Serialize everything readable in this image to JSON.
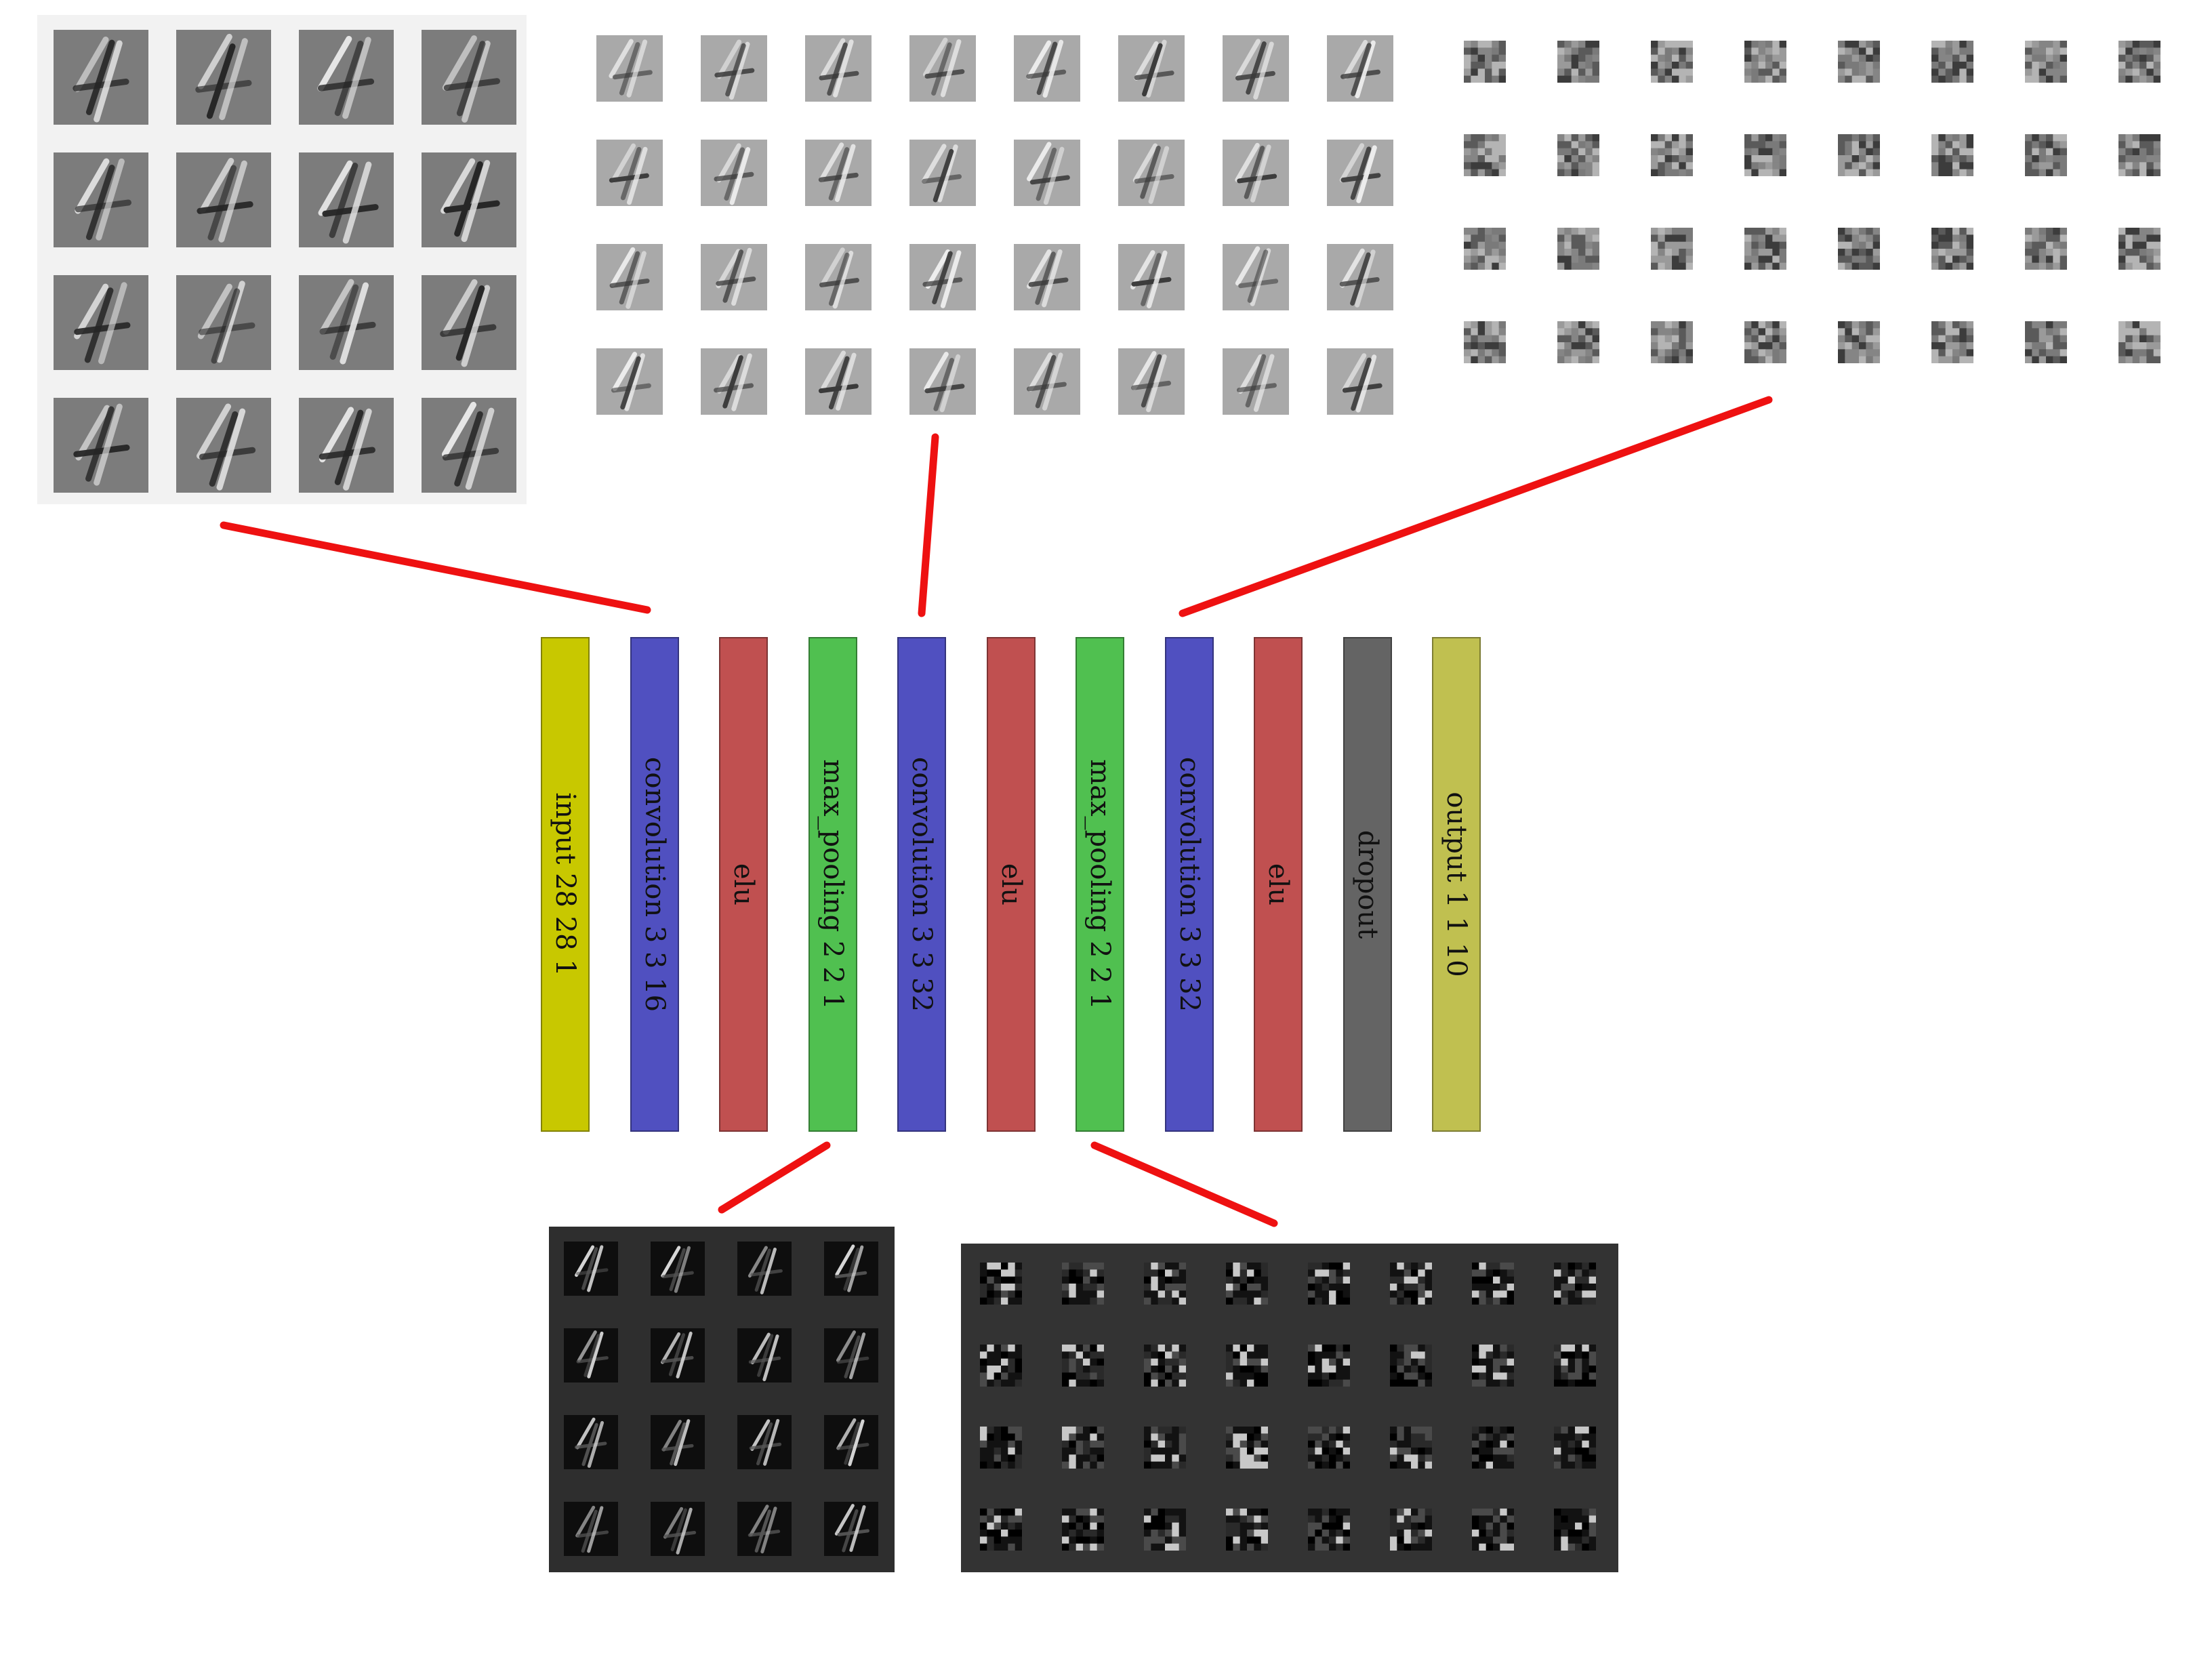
{
  "layers": [
    {
      "id": "input",
      "label": "input 28 28 1",
      "color": "#c8c800"
    },
    {
      "id": "conv1",
      "label": "convolution 3 3 16",
      "color": "#5050c0"
    },
    {
      "id": "elu1",
      "label": "elu",
      "color": "#c05050"
    },
    {
      "id": "pool1",
      "label": "max_pooling 2 2 1",
      "color": "#50c050"
    },
    {
      "id": "conv2",
      "label": "convolution 3 3 32",
      "color": "#5050c0"
    },
    {
      "id": "elu2",
      "label": "elu",
      "color": "#c05050"
    },
    {
      "id": "pool2",
      "label": "max_pooling 2 2 1",
      "color": "#50c050"
    },
    {
      "id": "conv3",
      "label": "convolution 3 3 32",
      "color": "#5050c0"
    },
    {
      "id": "elu3",
      "label": "elu",
      "color": "#c05050"
    },
    {
      "id": "dropout",
      "label": "dropout",
      "color": "#646464"
    },
    {
      "id": "output",
      "label": "output 1 1 10",
      "color": "#c0c050"
    }
  ],
  "panels": [
    {
      "id": "conv1-maps",
      "layer": "conv1",
      "rows": 4,
      "cols": 4,
      "style": "mid-gray",
      "background": "#f2f2f2"
    },
    {
      "id": "conv2-maps",
      "layer": "conv2",
      "rows": 4,
      "cols": 8,
      "style": "light-gray",
      "background": "#ffffff"
    },
    {
      "id": "conv3-maps",
      "layer": "conv3",
      "rows": 4,
      "cols": 8,
      "style": "small-gray",
      "background": "#ffffff"
    },
    {
      "id": "pool1-maps",
      "layer": "pool1",
      "rows": 4,
      "cols": 4,
      "style": "dark",
      "background": "#2e2e2e"
    },
    {
      "id": "pool2-maps",
      "layer": "pool2",
      "rows": 4,
      "cols": 8,
      "style": "dark-small",
      "background": "#333333"
    }
  ],
  "connector_color": "#ee1111"
}
